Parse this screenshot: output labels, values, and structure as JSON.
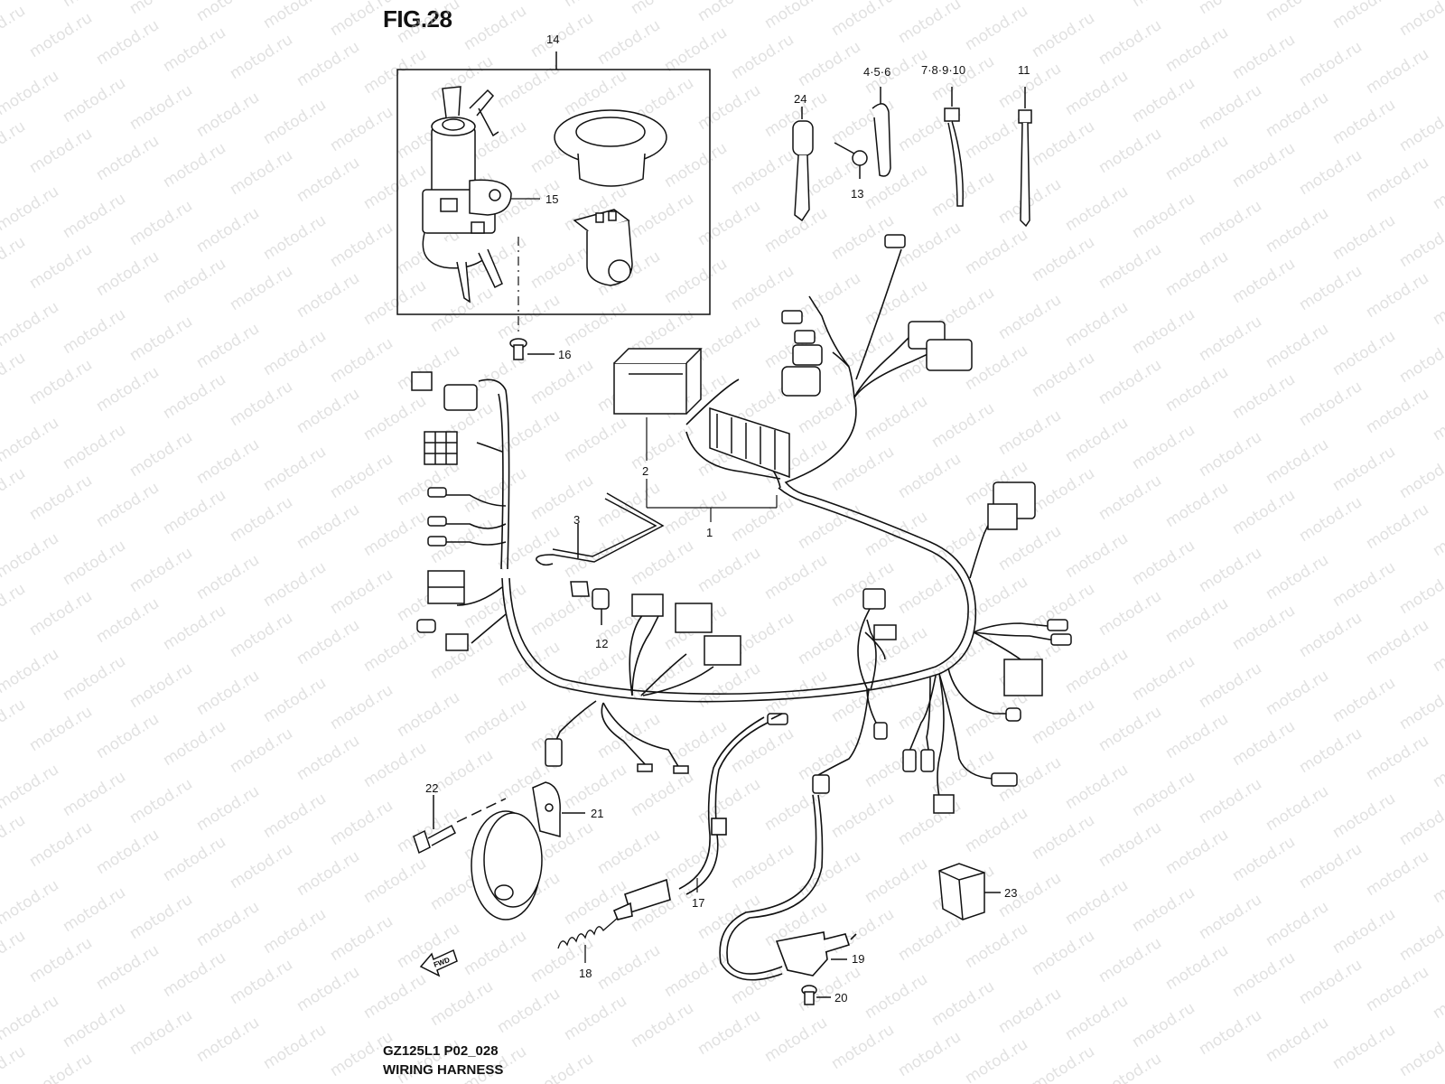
{
  "figure": {
    "title": "FIG.28",
    "model_code": "GZ125L1 P02_028",
    "name": "WIRING HARNESS",
    "watermark": "motod.ru",
    "fwd_label": "FWD"
  },
  "callouts": [
    {
      "id": "c14",
      "label": "14"
    },
    {
      "id": "c15",
      "label": "15"
    },
    {
      "id": "c16",
      "label": "16"
    },
    {
      "id": "c24",
      "label": "24"
    },
    {
      "id": "c456",
      "label": "4·5·6"
    },
    {
      "id": "c78910",
      "label": "7·8·9·10"
    },
    {
      "id": "c11",
      "label": "11"
    },
    {
      "id": "c13",
      "label": "13"
    },
    {
      "id": "c2",
      "label": "2"
    },
    {
      "id": "c1",
      "label": "1"
    },
    {
      "id": "c3",
      "label": "3"
    },
    {
      "id": "c12",
      "label": "12"
    },
    {
      "id": "c22",
      "label": "22"
    },
    {
      "id": "c21",
      "label": "21"
    },
    {
      "id": "c17",
      "label": "17"
    },
    {
      "id": "c18",
      "label": "18"
    },
    {
      "id": "c19",
      "label": "19"
    },
    {
      "id": "c20",
      "label": "20"
    },
    {
      "id": "c23",
      "label": "23"
    }
  ]
}
